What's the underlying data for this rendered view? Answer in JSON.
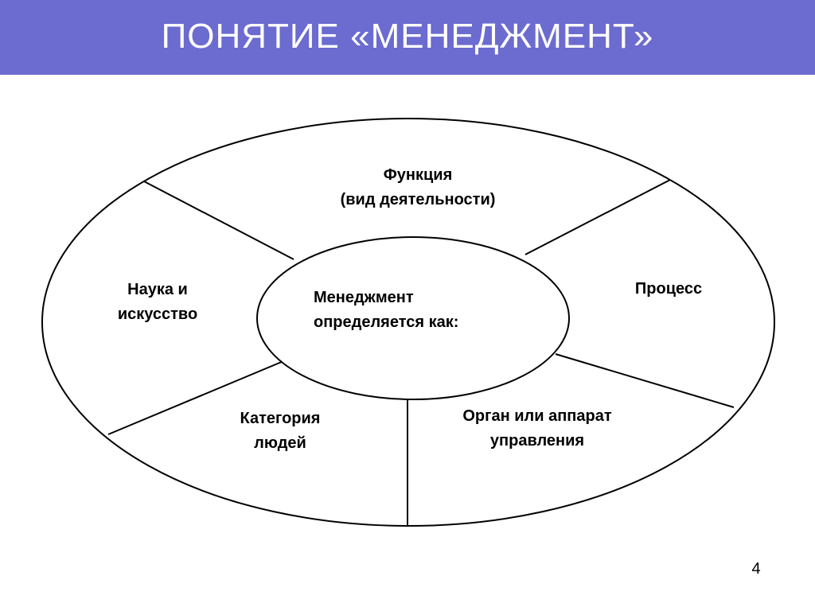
{
  "slide": {
    "title": "ПОНЯТИЕ  «МЕНЕДЖМЕНТ»",
    "page_number": "4",
    "colors": {
      "title_bar": "#6b6bd0",
      "title_text": "#ffffff",
      "lines": "#000000"
    }
  },
  "diagram": {
    "center": {
      "line1": "Менеджмент",
      "line2": "определяется как:"
    },
    "segments": {
      "function": {
        "line1": "Функция",
        "line2": "(вид деятельности)"
      },
      "process": {
        "line1": "Процесс"
      },
      "organ": {
        "line1": "Орган или аппарат",
        "line2": "управления"
      },
      "category": {
        "line1": "Категория",
        "line2": "людей"
      },
      "science": {
        "line1": "Наука и",
        "line2": "искусство"
      }
    }
  }
}
